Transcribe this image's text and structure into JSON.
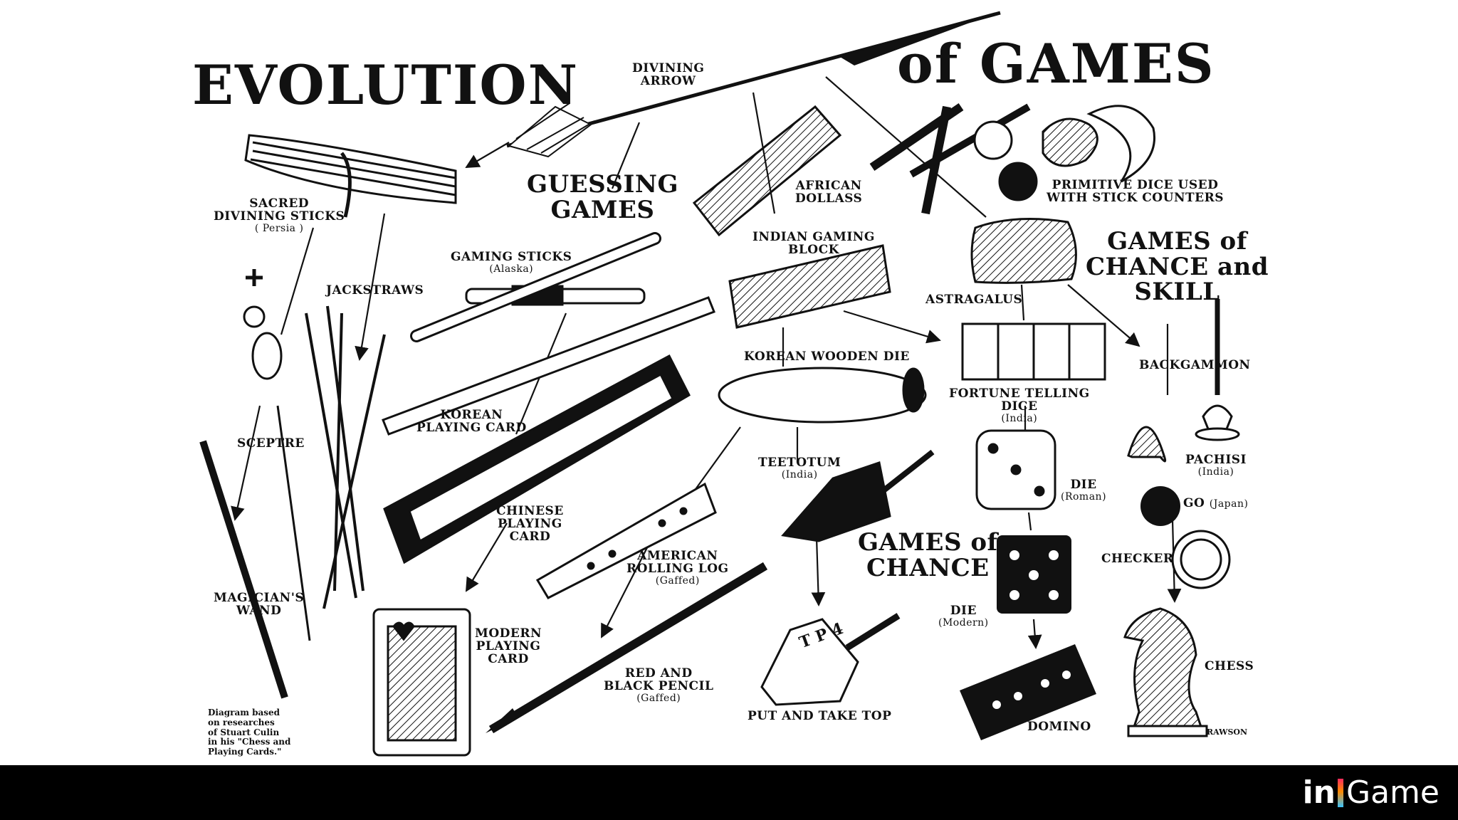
{
  "title": {
    "left": "EVOLUTION",
    "right": "of GAMES"
  },
  "headings": {
    "guessing": [
      "GUESSING",
      "GAMES"
    ],
    "chance_skill": [
      "GAMES of",
      "CHANCE and",
      "SKILL"
    ],
    "chance": [
      "GAMES of",
      "CHANCE"
    ]
  },
  "labels": {
    "divining_arrow": [
      "DIVINING",
      "ARROW"
    ],
    "sacred_sticks": [
      "SACRED",
      "DIVINING STICKS"
    ],
    "sacred_sticks_sub": "( Persia )",
    "jackstraws": "JACKSTRAWS",
    "sceptre": "SCEPTRE",
    "magicians_wand": [
      "MAGICIAN'S",
      "WAND"
    ],
    "gaming_sticks": "GAMING STICKS",
    "gaming_sticks_sub": "(Alaska)",
    "korean_card": [
      "KOREAN",
      "PLAYING CARD"
    ],
    "chinese_card": [
      "CHINESE",
      "PLAYING",
      "CARD"
    ],
    "modern_card": [
      "MODERN",
      "PLAYING",
      "CARD"
    ],
    "african_dollass": [
      "AFRICAN",
      "DOLLASS"
    ],
    "indian_block": [
      "INDIAN GAMING",
      "BLOCK"
    ],
    "korean_die": "KOREAN WOODEN DIE",
    "teetotum": "TEETOTUM",
    "teetotum_sub": "(India)",
    "american_log": [
      "AMERICAN",
      "ROLLING LOG"
    ],
    "american_log_sub": "(Gaffed)",
    "red_black_pencil": [
      "RED AND",
      "BLACK PENCIL"
    ],
    "red_black_pencil_sub": "(Gaffed)",
    "put_take_top": "PUT AND TAKE TOP",
    "primitive_dice": [
      "PRIMITIVE DICE USED",
      "WITH STICK COUNTERS"
    ],
    "astragalus": "ASTRAGALUS",
    "fortune_dice": [
      "FORTUNE TELLING",
      "DICE"
    ],
    "fortune_dice_sub": "(India)",
    "die_roman": "DIE",
    "die_roman_sub": "(Roman)",
    "die_modern": "DIE",
    "die_modern_sub": "(Modern)",
    "domino": "DOMINO",
    "backgammon": "BACKGAMMON",
    "pachisi": "PACHISI",
    "pachisi_sub": "(India)",
    "go": "GO",
    "go_sub": "(Japan)",
    "checker": "CHECKER",
    "chess": "CHESS",
    "signature": "RAWSON"
  },
  "note": [
    "Diagram based",
    "on researches",
    "of Stuart Culin",
    "in his \"Chess and",
    "Playing Cards.\""
  ],
  "top_glyph": [
    "T",
    "P",
    "4"
  ],
  "footer": {
    "logo_in": "in",
    "logo_game": "Game"
  },
  "colors": {
    "ink": "#111111",
    "paper": "#ffffff",
    "footer": "#000000"
  }
}
